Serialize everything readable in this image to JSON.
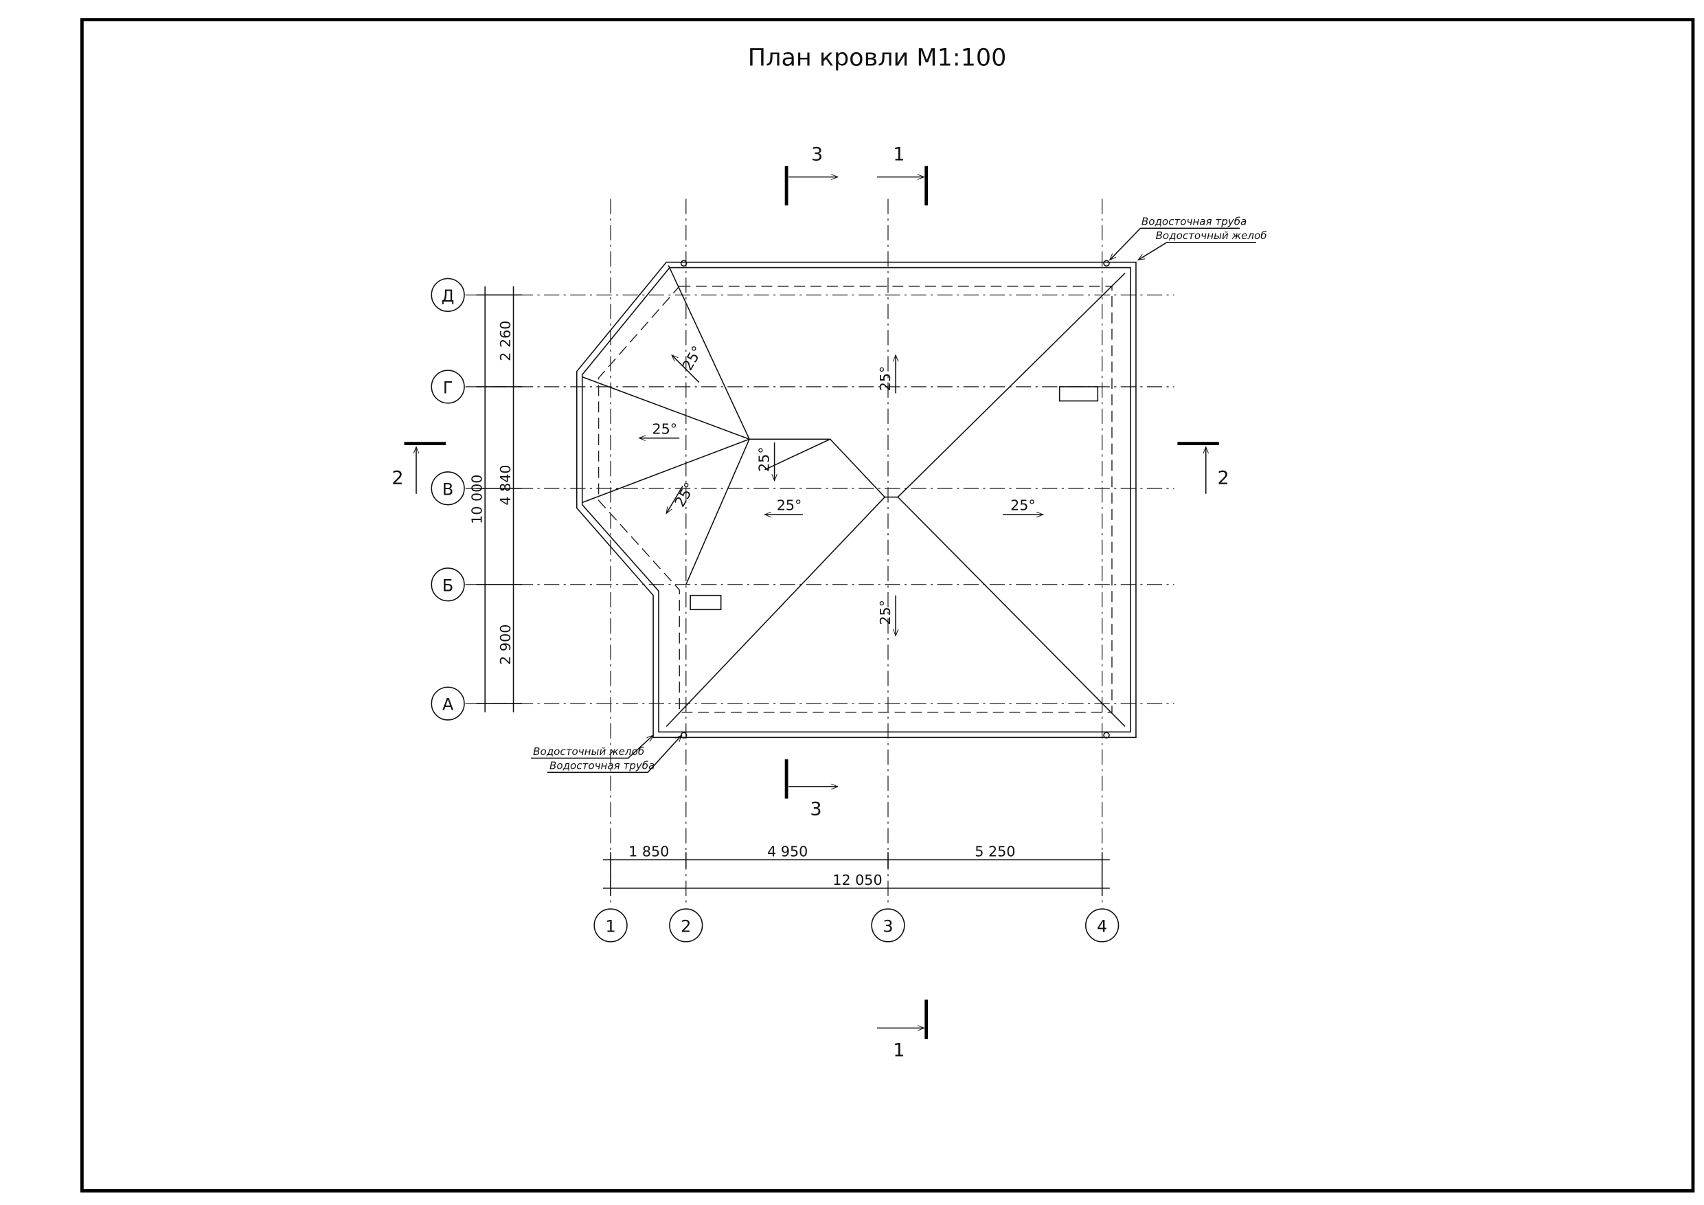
{
  "title": "План кровли М1:100",
  "axes_v": [
    "1",
    "2",
    "3",
    "4"
  ],
  "axes_h": [
    "Д",
    "Г",
    "В",
    "Б",
    "А"
  ],
  "dims_left": [
    "2 260",
    "4 840",
    "2 900"
  ],
  "dim_left_total": "10 000",
  "dims_bottom": [
    "1 850",
    "4 950",
    "5 250"
  ],
  "dim_bottom_total": "12 050",
  "sections": {
    "s1": "1",
    "s2": "2",
    "s3": "3"
  },
  "slope": "25°",
  "leaders": {
    "pipe": "Водосточная труба",
    "gutter": "Водосточный желоб"
  }
}
